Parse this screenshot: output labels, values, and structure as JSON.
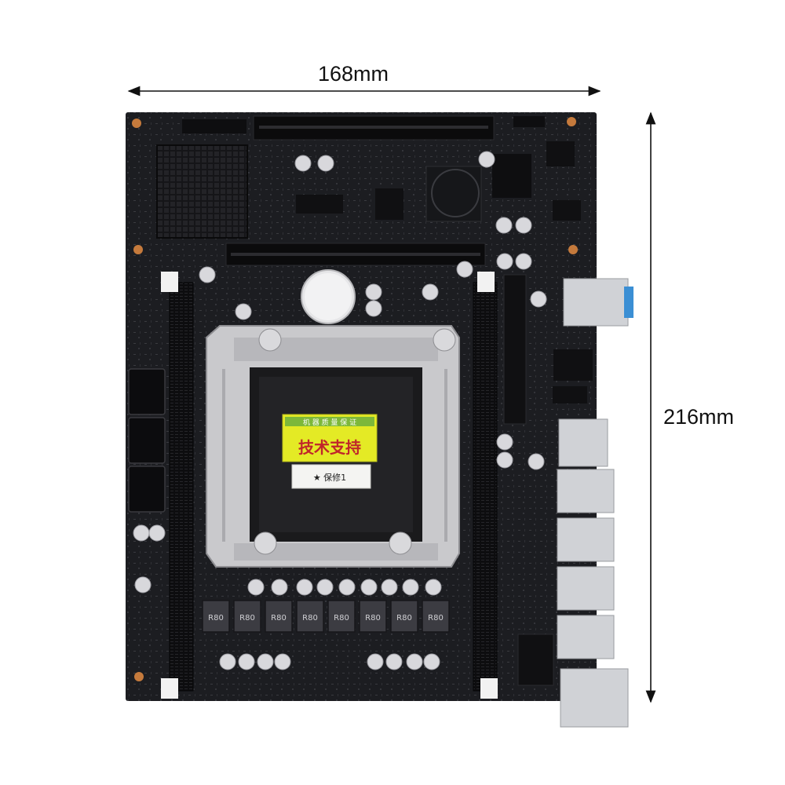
{
  "dimensions": {
    "width_label": "168mm",
    "height_label": "216mm"
  },
  "sticker": {
    "line1": "机 器 质 量 保 证",
    "line2": "技术支持",
    "line3": "★ 保修1"
  },
  "components": {
    "inductor_label": "R80",
    "inductor_count": 8
  },
  "colors": {
    "background": "#ffffff",
    "pcb": "#1c1d21",
    "heatsink": "#141416",
    "socket_metal": "#c9c9cc",
    "sticker": "#e4ea25",
    "capacitor": "#d8d8dc",
    "capacitor_band": "#b42323",
    "port_metal": "#d0d2d6"
  }
}
